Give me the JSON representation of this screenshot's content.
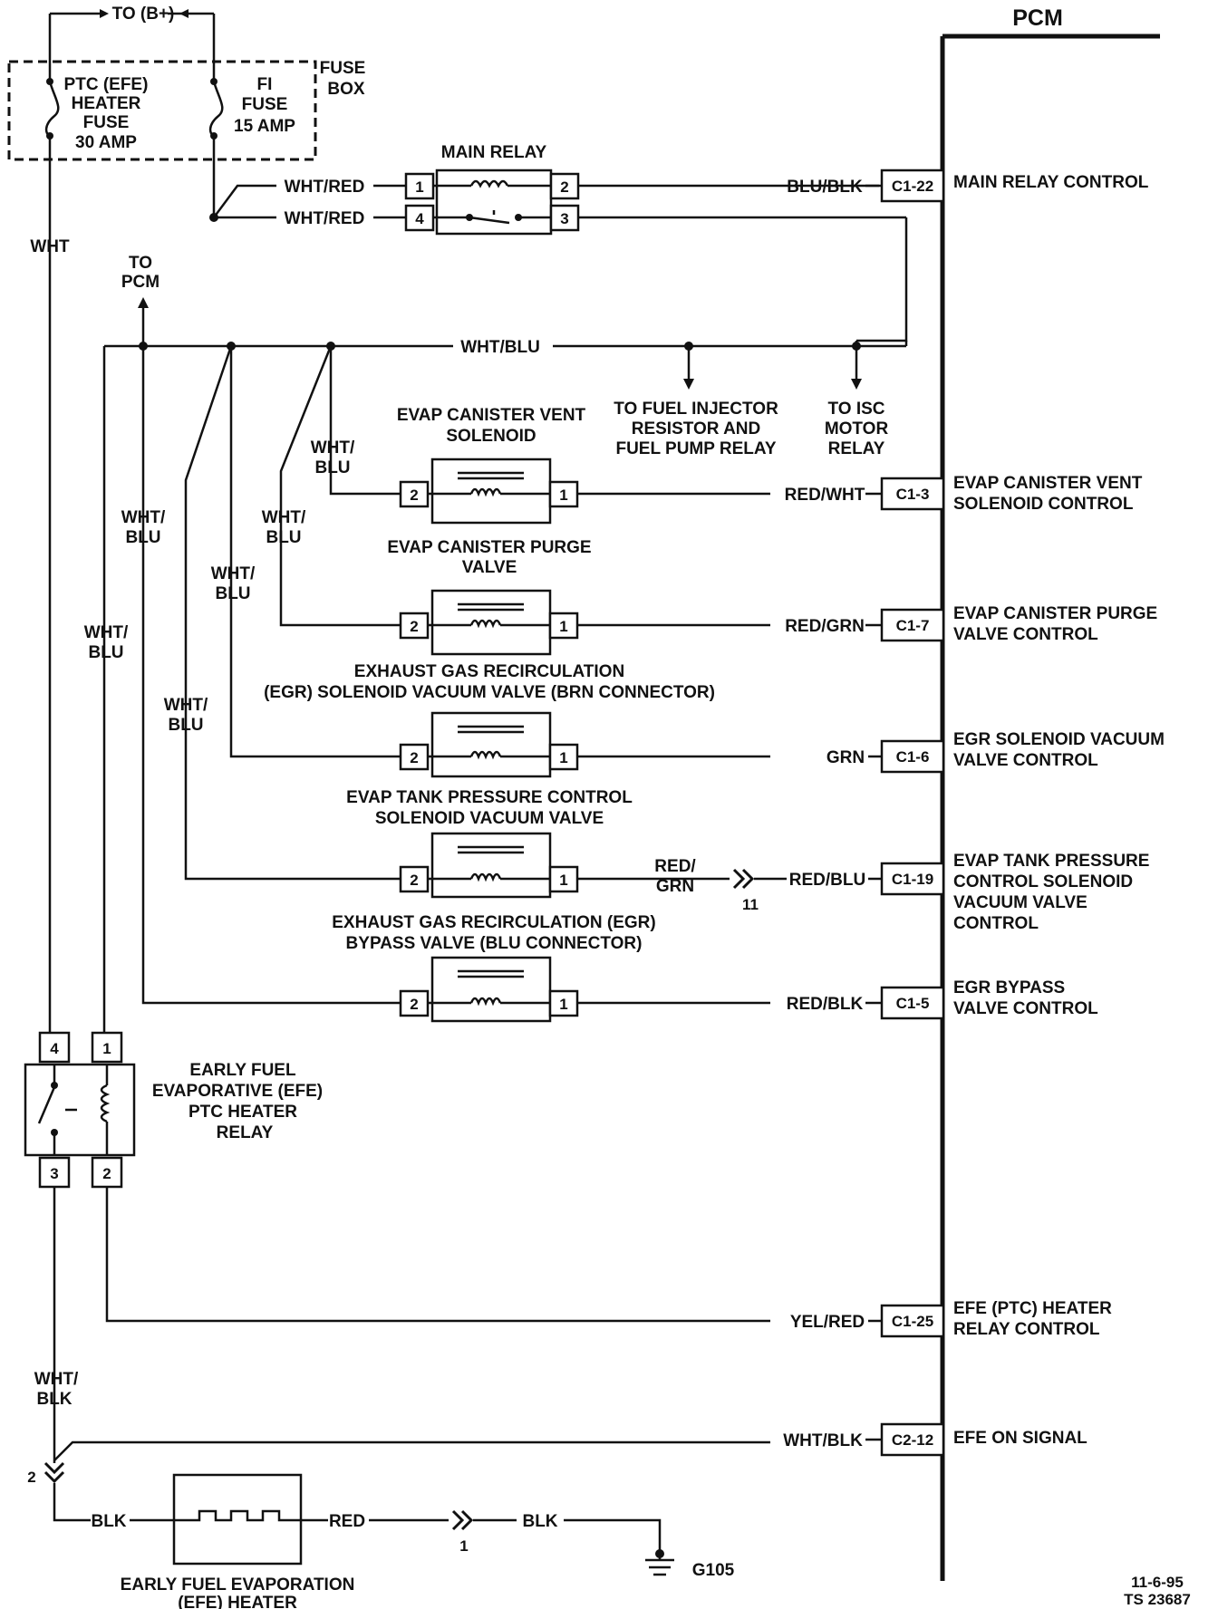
{
  "pcm": {
    "title": "PCM"
  },
  "supply": {
    "to_b_plus": "TO (B+)",
    "fuse_box": [
      "FUSE",
      "BOX"
    ],
    "wht": "WHT"
  },
  "fuses": {
    "ptc": [
      "PTC (EFE)",
      "HEATER",
      "FUSE",
      "30 AMP"
    ],
    "fi": [
      "FI",
      "FUSE",
      "15 AMP"
    ]
  },
  "main_relay": {
    "title": "MAIN RELAY",
    "pins": [
      "1",
      "2",
      "4",
      "3"
    ],
    "wire_in_1": "WHT/RED",
    "wire_in_4": "WHT/RED",
    "wire_out_2": "BLU/BLK",
    "wire_out_3": "WHT/BLU"
  },
  "pcm_pins": [
    {
      "pin": "C1-22",
      "wire": "BLU/BLK",
      "label": [
        "MAIN RELAY CONTROL"
      ]
    },
    {
      "pin": "C1-3",
      "wire": "RED/WHT",
      "label": [
        "EVAP CANISTER VENT",
        "SOLENOID CONTROL"
      ]
    },
    {
      "pin": "C1-7",
      "wire": "RED/GRN",
      "label": [
        "EVAP CANISTER PURGE",
        "VALVE CONTROL"
      ]
    },
    {
      "pin": "C1-6",
      "wire": "GRN",
      "label": [
        "EGR SOLENOID VACUUM",
        "VALVE CONTROL"
      ]
    },
    {
      "pin": "C1-19",
      "wire": "RED/BLU",
      "label": [
        "EVAP TANK PRESSURE",
        "CONTROL SOLENOID",
        "VACUUM VALVE",
        "CONTROL"
      ]
    },
    {
      "pin": "C1-5",
      "wire": "RED/BLK",
      "label": [
        "EGR BYPASS",
        "VALVE CONTROL"
      ]
    },
    {
      "pin": "C1-25",
      "wire": "YEL/RED",
      "label": [
        "EFE (PTC) HEATER",
        "RELAY CONTROL"
      ]
    },
    {
      "pin": "C2-12",
      "wire": "WHT/BLK",
      "label": [
        "EFE ON SIGNAL"
      ]
    }
  ],
  "bus": {
    "wire": "WHT/BLU",
    "to_pcm": [
      "TO",
      "PCM"
    ],
    "to_injector": [
      "TO FUEL INJECTOR",
      "RESISTOR AND",
      "FUEL PUMP RELAY"
    ],
    "to_isc": [
      "TO ISC",
      "MOTOR",
      "RELAY"
    ],
    "branch_wire": [
      "WHT/",
      "BLU"
    ]
  },
  "solenoids": [
    {
      "title": [
        "EVAP CANISTER VENT",
        "SOLENOID"
      ],
      "pin_in": "2",
      "pin_out": "1"
    },
    {
      "title": [
        "EVAP CANISTER PURGE",
        "VALVE"
      ],
      "pin_in": "2",
      "pin_out": "1"
    },
    {
      "title": [
        "EXHAUST GAS RECIRCULATION",
        "(EGR) SOLENOID VACUUM VALVE (BRN CONNECTOR)"
      ],
      "pin_in": "2",
      "pin_out": "1"
    },
    {
      "title": [
        "EVAP TANK PRESSURE CONTROL",
        "SOLENOID VACUUM VALVE"
      ],
      "pin_in": "2",
      "pin_out": "1"
    },
    {
      "title": [
        "EXHAUST GAS RECIRCULATION (EGR)",
        "BYPASS VALVE (BLU CONNECTOR)"
      ],
      "pin_in": "2",
      "pin_out": "1"
    }
  ],
  "tank_wire": {
    "wire": [
      "RED/",
      "GRN"
    ],
    "connector": "11"
  },
  "efe_relay": {
    "title": [
      "EARLY FUEL",
      "EVAPORATIVE (EFE)",
      "PTC HEATER",
      "RELAY"
    ],
    "pins": [
      "4",
      "1",
      "3",
      "2"
    ],
    "wire_out": [
      "WHT/",
      "BLK"
    ]
  },
  "efe_heater": {
    "title": [
      "EARLY FUEL EVAPORATION",
      "(EFE) HEATER"
    ],
    "connector_2": "2",
    "wire_in": "BLK",
    "wire_out": "RED",
    "connector_1": "1",
    "wire_gnd": "BLK",
    "ground": "G105"
  },
  "footer": [
    "11-6-95",
    "TS 23687"
  ]
}
